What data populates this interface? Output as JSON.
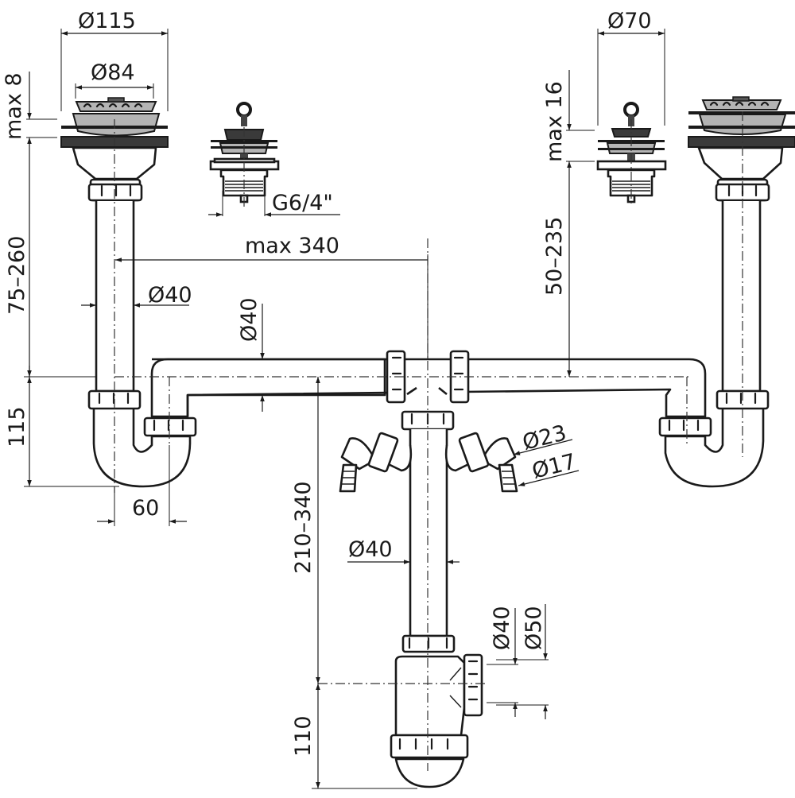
{
  "diagram": {
    "subject": "Double-bowl kitchen sink siphon with two appliance connectors",
    "components": {
      "left_strainer": "strainer waste with basket",
      "plug_strainer_left": "plug with chain ring",
      "plug_strainer_right": "plug with chain ring",
      "right_strainer": "strainer waste with basket",
      "left_trap": "U-trap",
      "right_trap": "U-trap",
      "tee": "central tee connector",
      "appliance_connectors": "two angled hose connectors",
      "bottle_trap": "bottle siphon with outlet"
    },
    "dimensions": {
      "strainer_outer_diameter": "Ø115",
      "strainer_basket_diameter": "Ø84",
      "left_max_thickness": "max 8",
      "thread_size": "G6/4\"",
      "plug_strainer_diameter": "Ø70",
      "right_max_thickness": "max 16",
      "left_height_range": "75–260",
      "right_height_range": "50–235",
      "max_horizontal": "max 340",
      "left_pipe_diameter": "Ø40",
      "horizontal_pipe_diameter": "Ø40",
      "trap_depth": "115",
      "trap_offset": "60",
      "connector_outer": "Ø23",
      "connector_inner": "Ø17",
      "vertical_range": "210–340",
      "vertical_pipe_diameter": "Ø40",
      "outlet_diameter_small": "Ø40",
      "outlet_diameter_large": "Ø50",
      "bottle_depth": "110"
    }
  }
}
